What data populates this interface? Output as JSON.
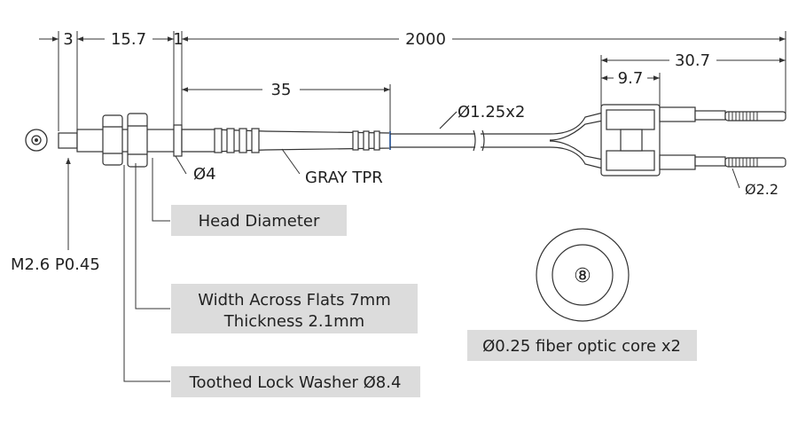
{
  "dimensions": {
    "sensor_tip": "3",
    "thread_length": "15.7",
    "collar": "1",
    "total_length": "2000",
    "tpr_length": "35",
    "connector_length": "30.7",
    "connector_body": "9.7",
    "fiber_diameter": "Ø1.25x2",
    "body_diameter": "Ø4",
    "connector_pin_diameter": "Ø2.2"
  },
  "labels": {
    "material": "GRAY TPR",
    "thread": "M2.6 P0.45",
    "head": "Head Diameter",
    "nut_line1": "Width Across Flats 7mm",
    "nut_line2": "Thickness 2.1mm",
    "washer": "Toothed Lock Washer Ø8.4",
    "core_symbol": "⑧",
    "core": "Ø0.25 fiber optic core x2"
  },
  "colors": {
    "line": "#333333",
    "callout_box": "#dcdcdc",
    "accent": "#4a6fa5"
  }
}
